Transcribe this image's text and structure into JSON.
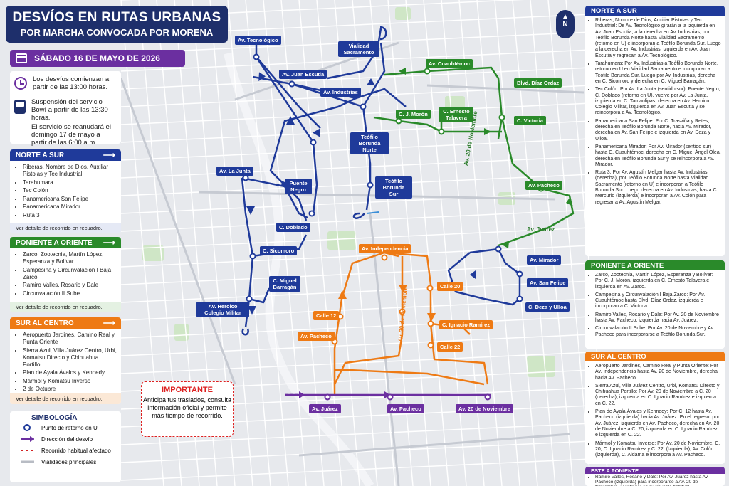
{
  "header": {
    "title": "DESVÍOS EN RUTAS URBANAS",
    "subtitle": "POR MARCHA CONVOCADA POR MORENA",
    "date": "SÁBADO 16 DE MAYO DE 2026",
    "north_label": "N"
  },
  "info": {
    "start_text": "Los desvíos comienzan a partir de las 13:00 horas.",
    "bus_text": "Suspensión del servicio Bowí a partir de las 13:30 horas.",
    "bus_resume": "El servicio se reanudará el domingo 17 de mayo a partir de las 6:00 a.m."
  },
  "colors": {
    "blue": "#1f3a9a",
    "green": "#2a8a2a",
    "orange": "#ee7a14",
    "purple": "#6b2fa0",
    "navy": "#1e2f6b",
    "red": "#d22222"
  },
  "left_panels": [
    {
      "head": "NORTE A SUR",
      "color": "#1f3a9a",
      "items": [
        "Riberas, Nombre de Dios, Auxiliar Pistolas y Tec Industrial",
        "Tarahumara",
        "Tec Colón",
        "Panamericana San Felipe",
        "Panamericana Mirador",
        "Ruta 3"
      ],
      "foot": "Ver detalle de recorrido en recuadro."
    },
    {
      "head": "PONIENTE A ORIENTE",
      "color": "#2a8a2a",
      "items": [
        "Zarco, Zootecnia, Martín López, Esperanza y Bolívar",
        "Campesina y Circunvalación I Baja Zarco",
        "Ramiro Valles, Rosario y Dale",
        "Circunvalación II Sube"
      ],
      "foot": "Ver detalle de recorrido en recuadro."
    },
    {
      "head": "SUR AL CENTRO",
      "color": "#ee7a14",
      "items": [
        "Aeropuerto Jardines, Camino Real y Punta Oriente",
        "Sierra Azul, Villa Juárez Centro, Urbi, Komatsu Directo y Chihuahua Portillo",
        "Plan de Ayala Ávalos y Kennedy",
        "Mármol y Komatsu Inverso",
        "2 de Octubre"
      ],
      "foot": "Ver detalle de recorrido en recuadro."
    }
  ],
  "symbology": {
    "title": "SIMBOLOGÍA",
    "items": [
      "Punto de retorno en U",
      "Dirección del desvío",
      "Recorrido habitual afectado",
      "Vialidades principales"
    ]
  },
  "important": {
    "title": "IMPORTANTE",
    "body": "Anticipa tus traslados, consulta información oficial y permite más tiempo de recorrido."
  },
  "right_panels": [
    {
      "head": "NORTE A SUR",
      "color": "#1f3a9a",
      "items": [
        "Riberas, Nombre de Dios, Auxiliar Pistolas y Tec Industrial: De Av. Tecnológico girarán a la izquierda en Av. Juan Escutia, a la derecha en Av. Industrias, por Teófilo Borunda Norte hasta Vialidad Sacramento (retorno en U) e incorporan a Teófilo Borunda Sur. Luego a la derecha en Av. Industrias, izquierda en Av. Juan Escutia y regresan a Av. Tecnológico.",
        "Tarahumara: Por Av. Industrias a Teófilo Borunda Norte, retorno en U en Vialidad Sacramento e incorporan a Teófilo Borunda Sur. Luego por Av. Industrias, derecha en C. Sicomoro y derecha en C. Miguel Barragán.",
        "Tec Colón: Por Av. La Junta (sentido sur), Puente Negro, C. Doblado (retorno en U), vuelve por Av. La Junta, izquierda en C. Tamaulipas, derecha en Av. Heroico Colegio Militar, izquierda en Av. Juan Escutia y se reincorpora a Av. Tecnológico.",
        "Panamericana San Felipe: Por C. Trasviña y Retes, derecha en Teófilo Borunda Norte, hacia Av. Mirador, derecha en Av. San Felipe e izquierda en Av. Deza y Ulloa.",
        "Panamericana Mirador: Por Av. Mirador (sentido sur) hasta C. Cuauhtémoc, derecha en C. Miguel Ángel Olea, derecha en Teófilo Borunda Sur y se reincorpora a Av. Mirador.",
        "Ruta 3: Por Av. Agustín Melgar hasta Av. Industrias (derecha), por Teófilo Borunda Norte hasta Vialidad Sacramento (retorno en U) e incorporan a Teófilo Borunda Sur. Luego derecha en Av. Industrias, hasta C. Mercurio (izquierda) e incorporan a Av. Colón para regresar a Av. Agustín Melgar."
      ]
    },
    {
      "head": "PONIENTE A ORIENTE",
      "color": "#2a8a2a",
      "items": [
        "Zarco, Zootecnia, Martín López, Esperanza y Bolívar: Por C. J. Morón, izquierda en C. Ernesto Talavera e izquierda en Av. Zarco.",
        "Campesina y Circunvalación I Baja Zarco: Por Av. Cuauhtémoc hasta Blvd. Díaz Ordaz, izquierda e incorporan a C. Victoria.",
        "Ramiro Valles, Rosario y Dale: Por Av. 20 de Noviembre hasta Av. Pacheco, izquierda hacia Av. Juárez.",
        "Circunvalación II Sube: Por Av. 20 de Noviembre y Av. Pacheco para incorporarse a Teófilo Borunda Sur."
      ]
    },
    {
      "head": "SUR AL CENTRO",
      "color": "#ee7a14",
      "items": [
        "Aeropuerto Jardines, Camino Real y Punta Oriente: Por Av. Independencia hasta Av. 20 de Noviembre, derecha hacia Av. Pacheco.",
        "Sierra Azul, Villa Juárez Centro, Urbi, Komatsu Directo y Chihuahua Portillo: Por Av. 20 de Noviembre a C. 20 (derecha), izquierda en C. Ignacio Ramírez e izquierda en C. 22.",
        "Plan de Ayala Ávalos y Kennedy: Por C. 12 hasta Av. Pacheco (izquierda) hacia Av. Juárez. En el regreso: por Av. Juárez, izquierda en Av. Pacheco, derecha en Av. 20 de Noviembre a C. 20, izquierda en C. Ignacio Ramírez e izquierda en C. 22.",
        "Mármol y Komatsu Inverso: Por Av. 20 de Noviembre, C. 20, C. Ignacio Ramírez y C. 22. (Izquierda), Av. Colón (izquierda), C. Aldama e incorpora a Av. Pacheco."
      ]
    },
    {
      "head": "ESTE A PONIENTE",
      "color": "#6b2fa0",
      "items": [
        "Ramiro Valles, Rosario y Dale: Por Av. Juárez hasta Av. Pacheco (izquierda) para incorporarse a Av. 20 de Noviembre y continuar en su trayecto habitual."
      ]
    }
  ],
  "map_labels": {
    "blue": [
      "Av. Tecnológico",
      "Vialidad Sacramento",
      "Av. Juan Escutia",
      "Av. Industrias",
      "Teófilo Borunda Norte",
      "Teófilo Borunda Sur",
      "Av. La Junta",
      "Puente Negro",
      "C. Doblado",
      "C. Sicomoro",
      "C. Miguel Barragán",
      "Av. Heroico Colegio Militar",
      "Av. Mirador",
      "Av. San Felipe",
      "C. Deza y Ulloa"
    ],
    "green": [
      "Av. Cuauhtémoc",
      "Blvd. Díaz Ordaz",
      "C. J. Morón",
      "C. Ernesto Talavera",
      "C. Victoria",
      "Av. Pacheco"
    ],
    "green_street": [
      "Av. 20 de Noviembre",
      "Av. Juárez"
    ],
    "orange": [
      "Av. Independencia",
      "Calle 20",
      "Calle 12",
      "C. Ignacio Ramírez",
      "Av. Pacheco",
      "Calle 22"
    ],
    "orange_street": "Av. 20 de Noviembre",
    "purple": [
      "Av. Juárez",
      "Av. Pacheco",
      "Av. 20 de Noviembre"
    ]
  }
}
